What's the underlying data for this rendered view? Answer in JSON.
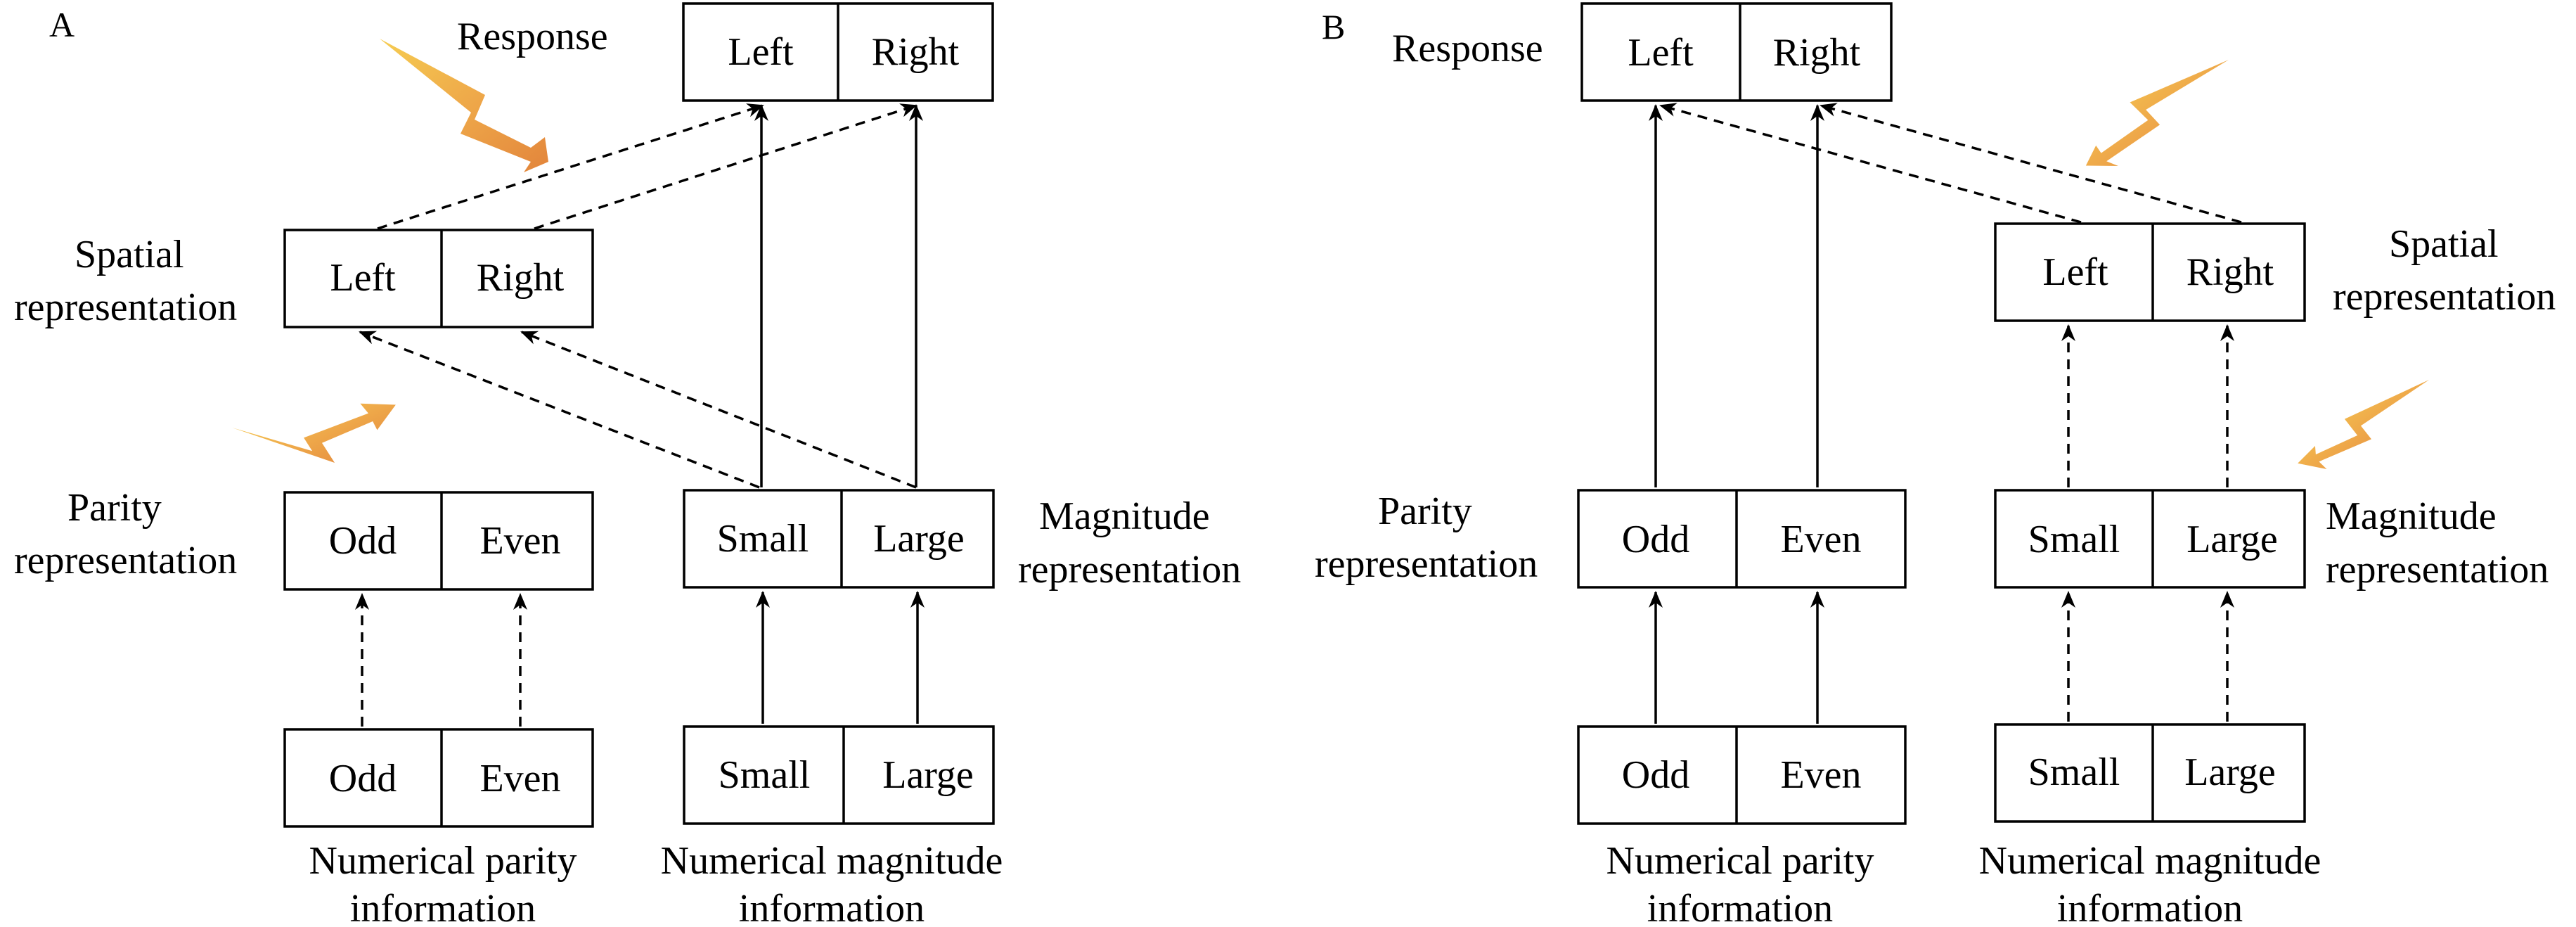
{
  "panel_a": {
    "letter": "A",
    "response": {
      "label": "Response",
      "left": "Left",
      "right": "Right"
    },
    "spatial": {
      "label_line1": "Spatial",
      "label_line2": "representation",
      "left": "Left",
      "right": "Right"
    },
    "parity_rep": {
      "label_line1": "Parity",
      "label_line2": "representation",
      "left": "Odd",
      "right": "Even"
    },
    "magnitude_rep": {
      "label_line1": "Magnitude",
      "label_line2": "representation",
      "left": "Small",
      "right": "Large"
    },
    "parity_info": {
      "label_line1": "Numerical parity",
      "label_line2": "information",
      "left": "Odd",
      "right": "Even"
    },
    "magnitude_info": {
      "label_line1": "Numerical magnitude",
      "label_line2": "information",
      "left": "Small",
      "right": "Large"
    }
  },
  "panel_b": {
    "letter": "B",
    "response": {
      "label": "Response",
      "left": "Left",
      "right": "Right"
    },
    "spatial": {
      "label_line1": "Spatial",
      "label_line2": "representation",
      "left": "Left",
      "right": "Right"
    },
    "parity_rep": {
      "label_line1": "Parity",
      "label_line2": "representation",
      "left": "Odd",
      "right": "Even"
    },
    "magnitude_rep": {
      "label_line1": "Magnitude",
      "label_line2": "representation",
      "left": "Small",
      "right": "Large"
    },
    "parity_info": {
      "label_line1": "Numerical parity",
      "label_line2": "information",
      "left": "Odd",
      "right": "Even"
    },
    "magnitude_info": {
      "label_line1": "Numerical magnitude",
      "label_line2": "information",
      "left": "Small",
      "right": "Large"
    }
  },
  "colors": {
    "bolt_dark": "#e08a2a",
    "bolt_light": "#f5c842",
    "line": "#000000"
  },
  "icons": {
    "interference": "lightning-bolt-arrow-icon"
  }
}
